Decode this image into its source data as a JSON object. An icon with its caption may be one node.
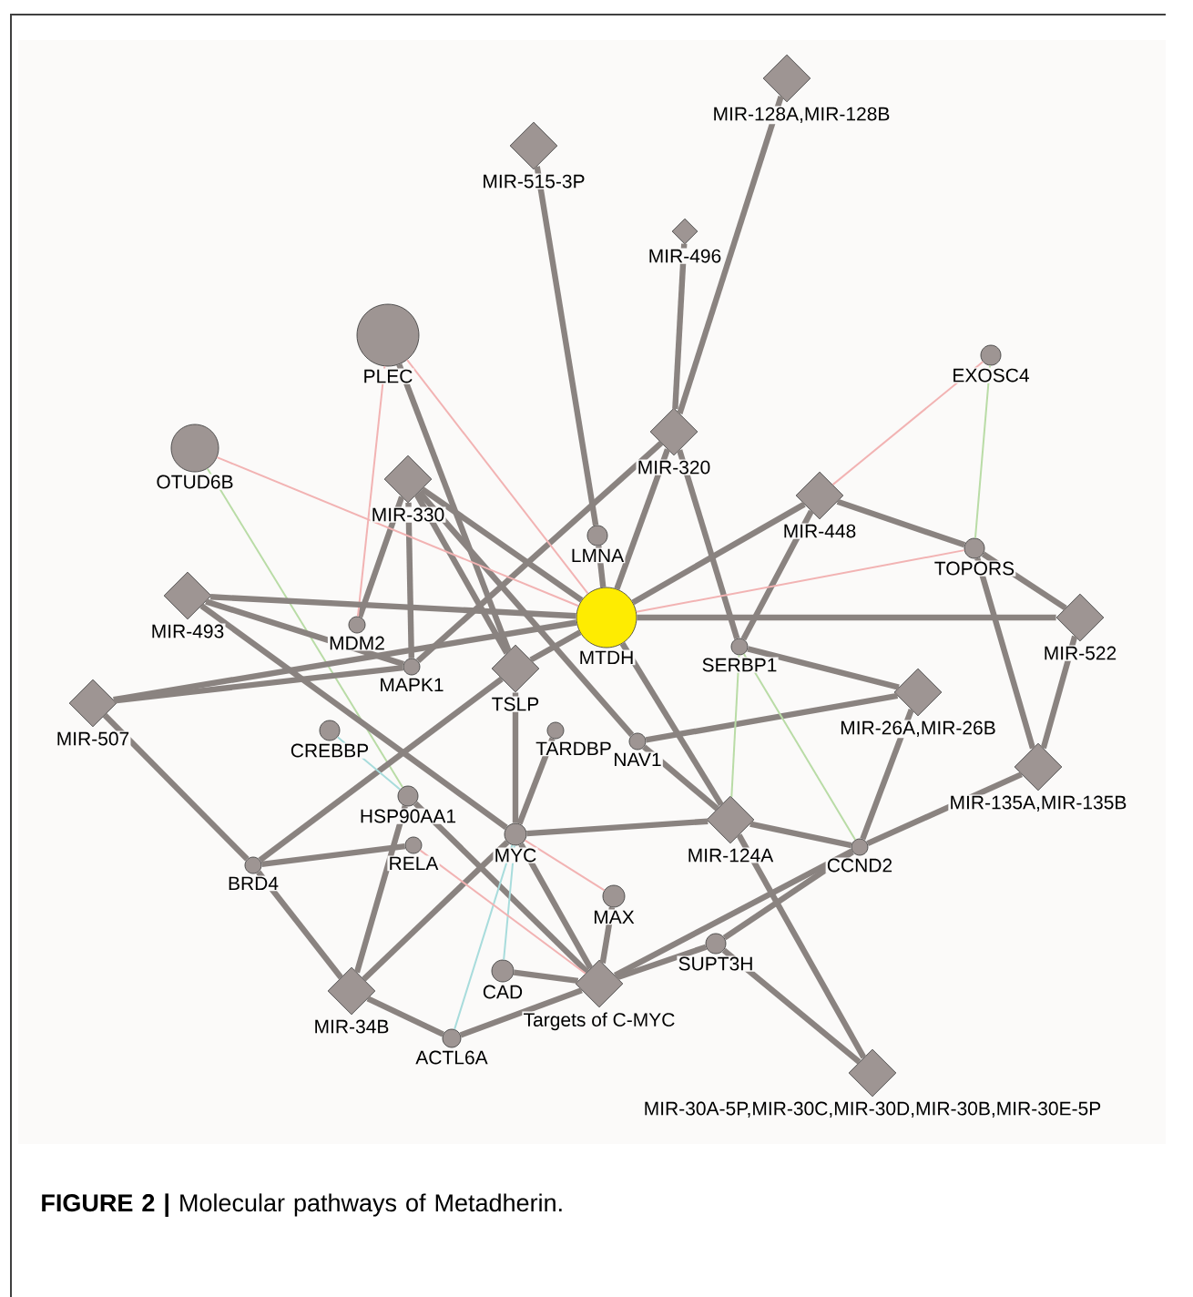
{
  "diagram": {
    "caption": "**FIGURE 2 |** Molecular pathways of Metadherin.",
    "nodes": [
      {
        "text": [
          "MIR-128A,MIR-128B"
        ]
      },
      {
        "text": [
          "MIR-515-3P"
        ]
      },
      {
        "text": [
          "MIR-496"
        ]
      },
      {
        "text": [
          "PLEC"
        ]
      },
      {
        "text": [
          "EXOSC4"
        ]
      },
      {
        "text": [
          "OTUD6B"
        ]
      },
      {
        "text": [
          "MIR-320"
        ]
      },
      {
        "text": [
          "MIR-330"
        ]
      },
      {
        "text": [
          "MIR-448"
        ]
      },
      {
        "text": [
          "LMNA"
        ]
      },
      {
        "text": [
          "TOPORS"
        ]
      },
      {
        "text": [
          "MIR-493"
        ]
      },
      {
        "text": [
          "MTDH"
        ]
      },
      {
        "text": [
          "MIR-522"
        ]
      },
      {
        "text": [
          "MDM2"
        ]
      },
      {
        "text": [
          "MAPK1"
        ]
      },
      {
        "text": [
          "SERBP1"
        ]
      },
      {
        "text": [
          "TSLP"
        ]
      },
      {
        "text": [
          "MIR-507"
        ]
      },
      {
        "text": [
          "MIR-26A,MIR-26B"
        ]
      },
      {
        "text": [
          "TARDBP"
        ]
      },
      {
        "text": [
          "CREBBP"
        ]
      },
      {
        "text": [
          "NAV1"
        ]
      },
      {
        "text": [
          "MIR-135A,MIR-135B"
        ]
      },
      {
        "text": [
          "HSP90AA1"
        ]
      },
      {
        "text": [
          "MIR-124A"
        ]
      },
      {
        "text": [
          "RELA"
        ]
      },
      {
        "text": [
          "MYC"
        ]
      },
      {
        "text": [
          "CCND2"
        ]
      },
      {
        "text": [
          "BRD4"
        ]
      },
      {
        "text": [
          "MAX"
        ]
      },
      {
        "text": [
          "SUPT3H"
        ]
      },
      {
        "text": [
          "CAD"
        ]
      },
      {
        "text": [
          "MIR-34B"
        ]
      },
      {
        "text": [
          "Targets of C-MYC"
        ]
      },
      {
        "text": [
          "ACTL6A"
        ]
      },
      {
        "text": [
          "MIR-30A-5P,MIR-30C,MIR-30D,MIR-30B,MIR-30E-5P"
        ]
      }
    ],
    "edges": [
      {
        "from": 0,
        "to": 6,
        "arrow": "none"
      },
      {
        "from": 2,
        "to": 6,
        "arrow": "none"
      },
      {
        "from": 1,
        "to": 9,
        "arrow": "none"
      },
      {
        "from": 6,
        "to": 12,
        "arrow": "none"
      },
      {
        "from": 6,
        "to": 16,
        "arrow": "none"
      },
      {
        "from": 6,
        "to": 15,
        "arrow": "none"
      },
      {
        "from": 7,
        "to": 12,
        "arrow": "none"
      },
      {
        "from": 7,
        "to": 14,
        "arrow": "none"
      },
      {
        "from": 7,
        "to": 15,
        "arrow": "none"
      },
      {
        "from": 7,
        "to": 17,
        "arrow": "none"
      },
      {
        "from": 7,
        "to": 22,
        "arrow": "none"
      },
      {
        "from": 3,
        "to": 17,
        "arrow": "none"
      },
      {
        "from": 3,
        "to": 12,
        "arrow": "none",
        "color": "#f2b3b3"
      },
      {
        "from": 3,
        "to": 14,
        "arrow": "none",
        "color": "#f2b3b3"
      },
      {
        "from": 5,
        "to": 12,
        "arrow": "none",
        "color": "#f2b3b3"
      },
      {
        "from": 5,
        "to": 24,
        "arrow": "none",
        "color": "#b9dca6"
      },
      {
        "from": 4,
        "to": 8,
        "arrow": "none",
        "color": "#f2b3b3"
      },
      {
        "from": 4,
        "to": 10,
        "arrow": "none",
        "color": "#b9dca6"
      },
      {
        "from": 9,
        "to": 12,
        "arrow": "none"
      },
      {
        "from": 8,
        "to": 12,
        "arrow": "none"
      },
      {
        "from": 8,
        "to": 10,
        "arrow": "none"
      },
      {
        "from": 8,
        "to": 16,
        "arrow": "none"
      },
      {
        "from": 10,
        "to": 13,
        "arrow": "none"
      },
      {
        "from": 10,
        "to": 23,
        "arrow": "none"
      },
      {
        "from": 10,
        "to": 12,
        "arrow": "none",
        "color": "#f2b3b3"
      },
      {
        "from": 13,
        "to": 12,
        "arrow": "none"
      },
      {
        "from": 13,
        "to": 23,
        "arrow": "none"
      },
      {
        "from": 11,
        "to": 12,
        "arrow": "none"
      },
      {
        "from": 11,
        "to": 15,
        "arrow": "none"
      },
      {
        "from": 11,
        "to": 27,
        "arrow": "none"
      },
      {
        "from": 18,
        "to": 12,
        "arrow": "none"
      },
      {
        "from": 18,
        "to": 15,
        "arrow": "none"
      },
      {
        "from": 18,
        "to": 29,
        "arrow": "none"
      },
      {
        "from": 19,
        "to": 16,
        "arrow": "none"
      },
      {
        "from": 19,
        "to": 28,
        "arrow": "none"
      },
      {
        "from": 19,
        "to": 22,
        "arrow": "none"
      },
      {
        "from": 23,
        "to": 28,
        "arrow": "none"
      },
      {
        "from": 25,
        "to": 12,
        "arrow": "none"
      },
      {
        "from": 25,
        "to": 28,
        "arrow": "none"
      },
      {
        "from": 25,
        "to": 36,
        "arrow": "none"
      },
      {
        "from": 25,
        "to": 22,
        "arrow": "none"
      },
      {
        "from": 25,
        "to": 27,
        "arrow": "none"
      },
      {
        "from": 36,
        "to": 31,
        "arrow": "none"
      },
      {
        "from": 31,
        "to": 28,
        "arrow": "none"
      },
      {
        "from": 31,
        "to": 34,
        "arrow": "none"
      },
      {
        "from": 28,
        "to": 34,
        "arrow": "none"
      },
      {
        "from": 29,
        "to": 26,
        "arrow": "none"
      },
      {
        "from": 27,
        "to": 33,
        "arrow": "none"
      },
      {
        "from": 27,
        "to": 34,
        "arrow": "none"
      },
      {
        "from": 27,
        "to": 17,
        "arrow": "none"
      },
      {
        "from": 27,
        "to": 20,
        "arrow": "none"
      },
      {
        "from": 29,
        "to": 33,
        "arrow": "none"
      },
      {
        "from": 29,
        "to": 17,
        "arrow": "none"
      },
      {
        "from": 33,
        "to": 35,
        "arrow": "none"
      },
      {
        "from": 33,
        "to": 24,
        "arrow": "none"
      },
      {
        "from": 34,
        "to": 35,
        "arrow": "none"
      },
      {
        "from": 34,
        "to": 32,
        "arrow": "none"
      },
      {
        "from": 34,
        "to": 30,
        "arrow": "none"
      },
      {
        "from": 34,
        "to": 24,
        "arrow": "none"
      },
      {
        "from": 17,
        "to": 12,
        "arrow": "none"
      },
      {
        "from": 27,
        "to": 35,
        "arrow": "none",
        "color": "#a8dcdc"
      },
      {
        "from": 21,
        "to": 24,
        "arrow": "none",
        "color": "#a8dcdc"
      },
      {
        "from": 32,
        "to": 27,
        "arrow": "none",
        "color": "#a8dcdc"
      },
      {
        "from": 27,
        "to": 30,
        "arrow": "none",
        "color": "#f2b3b3"
      },
      {
        "from": 26,
        "to": 34,
        "arrow": "none",
        "color": "#f2b3b3"
      },
      {
        "from": 16,
        "to": 25,
        "arrow": "none",
        "color": "#b9dca6"
      },
      {
        "from": 16,
        "to": 28,
        "arrow": "none",
        "color": "#b9dca6"
      }
    ]
  }
}
